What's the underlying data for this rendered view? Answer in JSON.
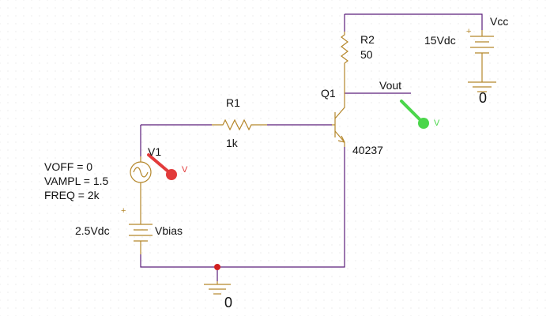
{
  "colors": {
    "wire": "#5b1d7a",
    "part": "#b5872b",
    "probe_voltage_red": "#e23b3b",
    "probe_voltage_green": "#4bd64b",
    "junction": "#d11f1f",
    "background": "#ffffff"
  },
  "icons": {
    "probe": "voltage-probe-icon",
    "ground": "ground-icon",
    "source": "sine-source-icon",
    "battery": "dc-source-icon",
    "resistor": "resistor-icon",
    "transistor": "npn-transistor-icon"
  },
  "components": {
    "r1": {
      "ref": "R1",
      "value": "1k"
    },
    "r2": {
      "ref": "R2",
      "value": "50"
    },
    "q1": {
      "ref": "Q1",
      "model": "40237"
    },
    "v1": {
      "ref": "V1",
      "voff": "VOFF = 0",
      "vampl": "VAMPL = 1.5",
      "freq": "FREQ = 2k"
    },
    "vbias": {
      "ref": "Vbias",
      "value": "2.5Vdc"
    },
    "vcc": {
      "ref": "Vcc",
      "value": "15Vdc"
    }
  },
  "nets": {
    "vout": "Vout",
    "ground_left": "0",
    "ground_right": "0"
  },
  "probes": {
    "input": "V",
    "output": "V"
  },
  "pins": {
    "plus": "+"
  }
}
